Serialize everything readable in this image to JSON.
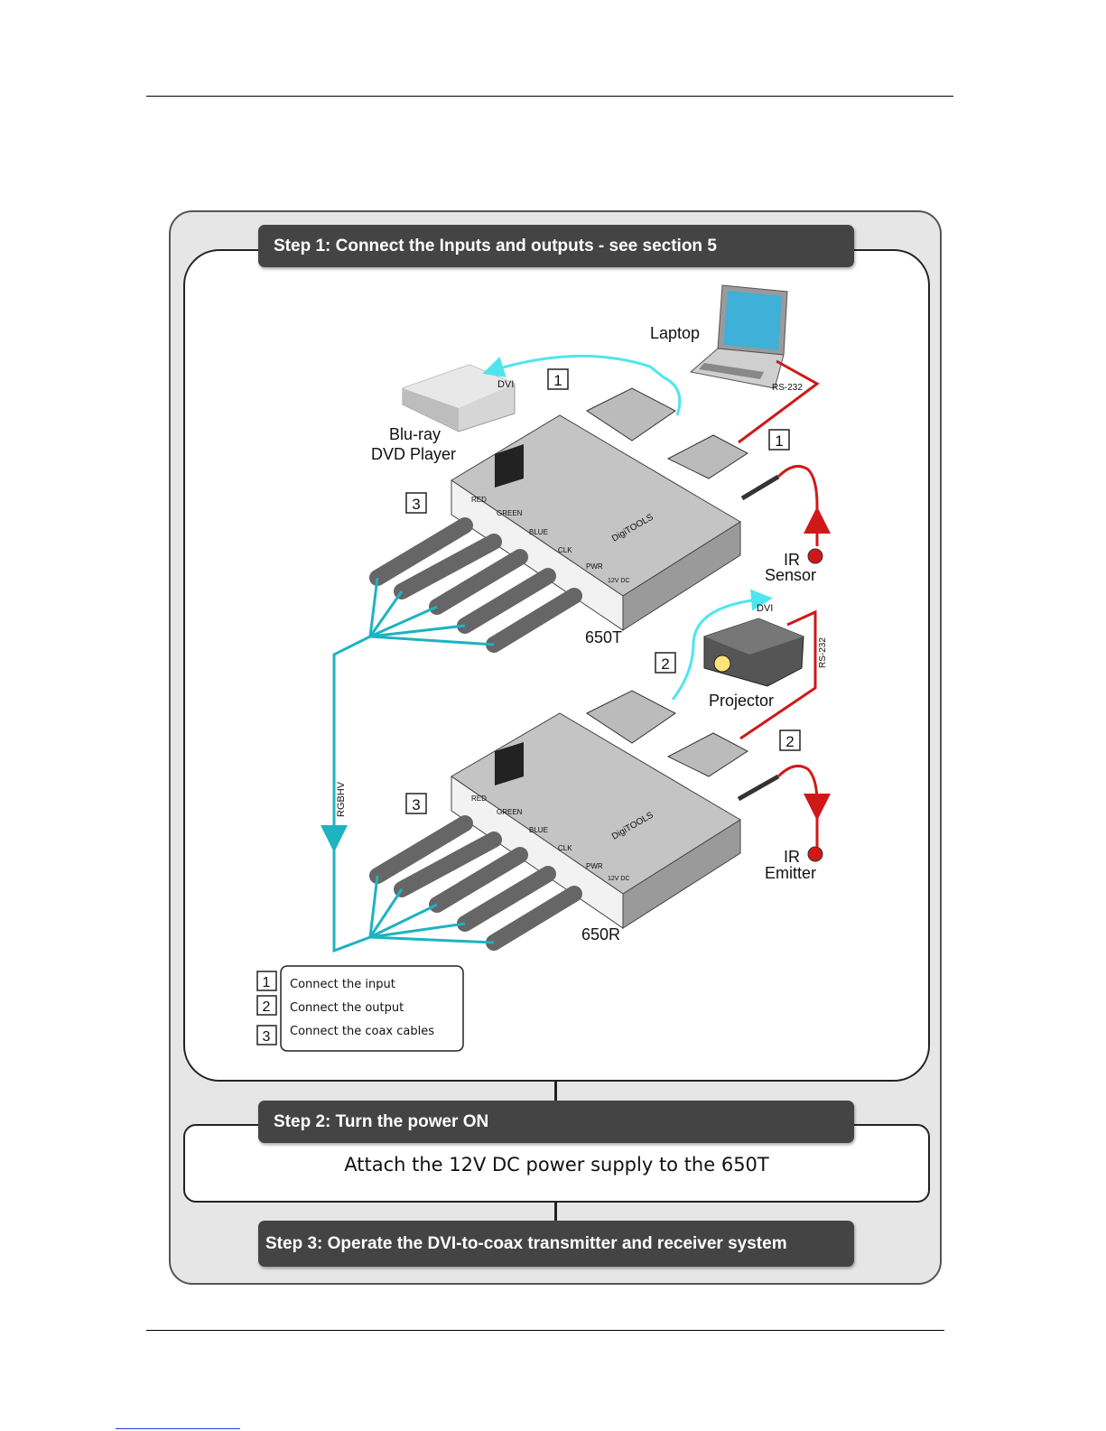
{
  "steps": {
    "step1": "Step 1: Connect the Inputs and outputs - see section 5",
    "step2": "Step 2: Turn the power ON",
    "step3": "Step 3: Operate the DVI-to-coax transmitter and receiver system",
    "step2_instruction": "Attach the 12V DC power supply to the 650T"
  },
  "devices": {
    "laptop": "Laptop",
    "bluray_line1": "Blu-ray",
    "bluray_line2": "DVD Player",
    "projector": "Projector",
    "ir_sensor_line1": "IR",
    "ir_sensor_line2": "Sensor",
    "ir_emitter_line1": "IR",
    "ir_emitter_line2": "Emitter",
    "transmitter": "650T",
    "receiver": "650R",
    "brand": "DigiTOOLS"
  },
  "cables": {
    "dvi_top": "DVI",
    "dvi_bottom": "DVI",
    "rs232_top": "RS-232",
    "rs232_bottom": "RS-232",
    "rgbhv": "RGBHV"
  },
  "ports": [
    "RED",
    "GREEN",
    "BLUE",
    "CLK",
    "PWR",
    "12V DC"
  ],
  "callouts": {
    "one": "1",
    "two": "2",
    "three": "3"
  },
  "legend": [
    {
      "num": "1",
      "text": "Connect the input"
    },
    {
      "num": "2",
      "text": "Connect the output"
    },
    {
      "num": "3",
      "text": "Connect the coax cables"
    }
  ],
  "colors": {
    "dvi_cable": "#4ee6ee",
    "coax_cable": "#1db3c0",
    "rs232_cable": "#d01818",
    "banner": "#444444"
  }
}
